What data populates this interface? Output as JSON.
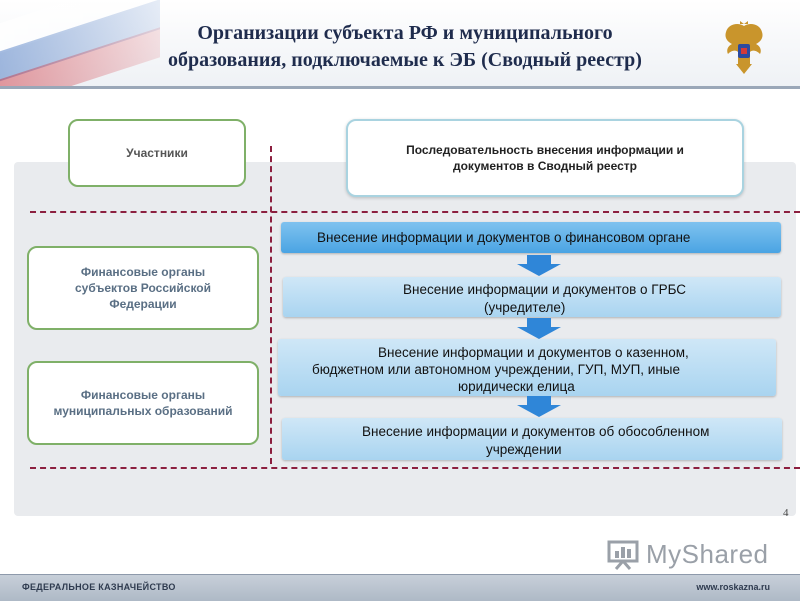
{
  "header": {
    "title_line1": "Организации субъекта РФ и муниципального",
    "title_line2": "образования, подключаемые к ЭБ (Сводный реестр)",
    "emblem_icon": "double-headed-eagle-emblem"
  },
  "columns": {
    "left_header": "Участники",
    "right_header_line1": "Последовательность внесения информации и",
    "right_header_line2": "документов в Сводный реестр"
  },
  "participants": [
    {
      "line1": "Финансовые органы",
      "line2": "субъектов Российской",
      "line3": "Федерации"
    },
    {
      "line1": "Финансовые органы",
      "line2": "муниципальных образований"
    }
  ],
  "steps": [
    {
      "line1": "Внесение информации и документов о финансовом органе"
    },
    {
      "line1": "Внесение информации и документов о ГРБС",
      "line2": "(учредителе)"
    },
    {
      "line1": "Внесение информации и документов о казенном,",
      "line2": "бюджетном или автономном учреждении, ГУП, МУП, иные",
      "line3": "юридически елица"
    },
    {
      "line1": "Внесение информации и документов об обособленном",
      "line2": "учреждении"
    }
  ],
  "page_number": "4",
  "watermark": {
    "text": "MyShared",
    "icon": "presentation-board-icon"
  },
  "footer": {
    "left": "ФЕДЕРАЛЬНОЕ КАЗНАЧЕЙСТВО",
    "right": "www.roskazna.ru"
  },
  "colors": {
    "title": "#1f2c4d",
    "step_dark": "#4aa4e3",
    "step_light": "#a9d4f0",
    "arrow": "#2f86d8",
    "dash_line": "#8c1f3f",
    "green_border": "#7fb068"
  }
}
